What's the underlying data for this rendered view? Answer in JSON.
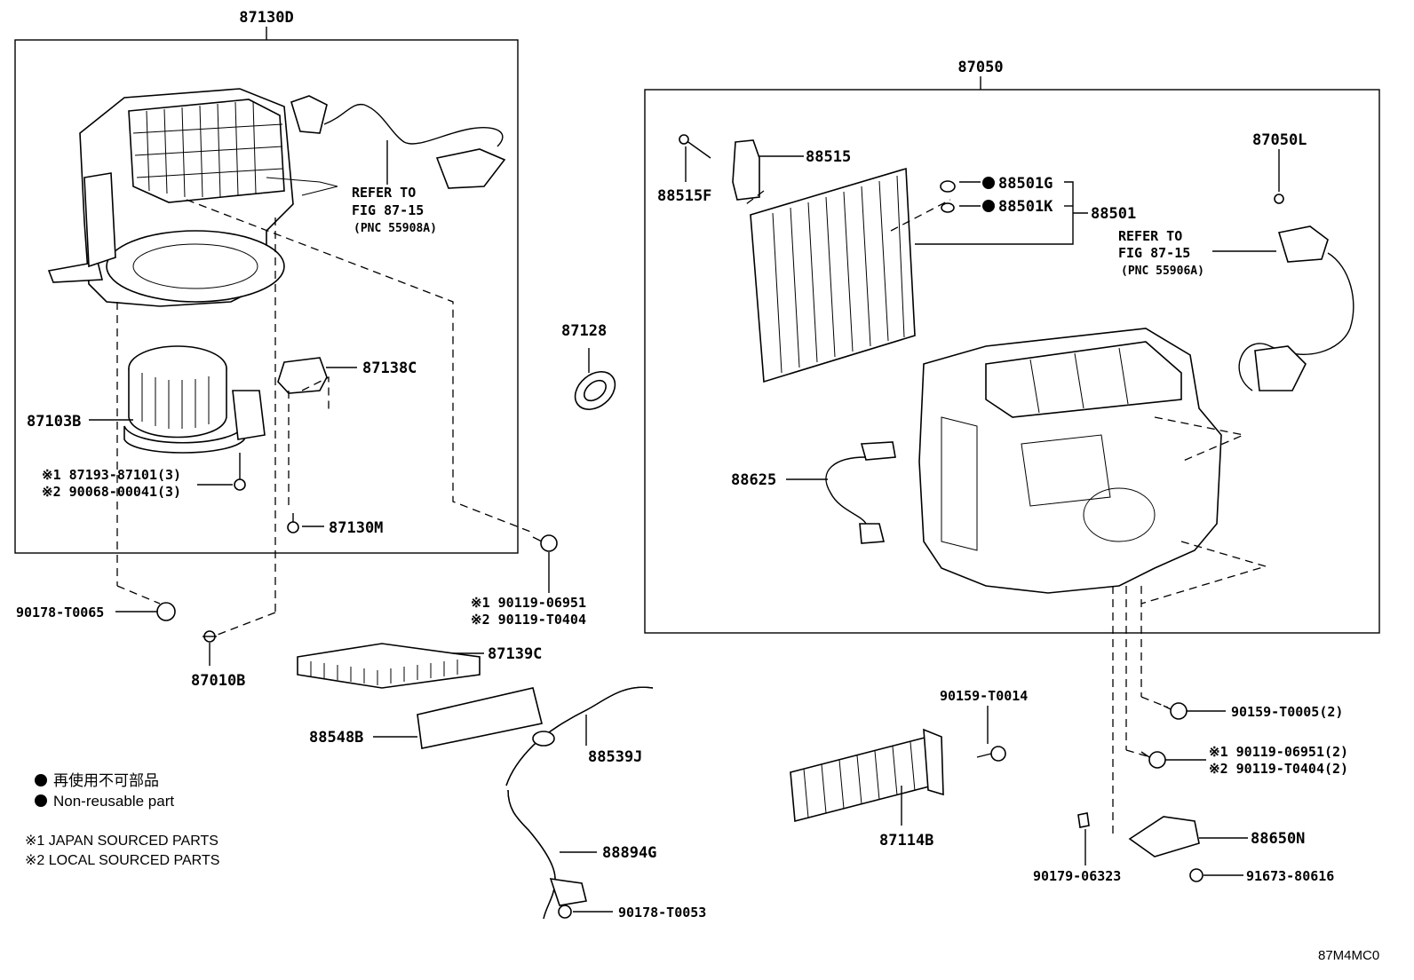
{
  "labels": {
    "p87130D": "87130D",
    "p87050": "87050",
    "p88515": "88515",
    "p88515F": "88515F",
    "p88501G": "88501G",
    "p88501K": "88501K",
    "p88501": "88501",
    "p87050L": "87050L",
    "p87128": "87128",
    "p87138C": "87138C",
    "p87103B": "87103B",
    "p87193": "※1 87193-87101(3)",
    "p90068": "※2 90068-00041(3)",
    "p87130M": "87130M",
    "p90119a1": "※1 90119-06951",
    "p90119a2": "※2 90119-T0404",
    "p90178T0065": "90178-T0065",
    "p87010B": "87010B",
    "p87139C": "87139C",
    "p88548B": "88548B",
    "p88539J": "88539J",
    "p88894G": "88894G",
    "p90178T0053": "90178-T0053",
    "p88625": "88625",
    "p90159T0014": "90159-T0014",
    "p90159T0005": "90159-T0005(2)",
    "p90119b1": "※1 90119-06951(2)",
    "p90119b2": "※2 90119-T0404(2)",
    "p87114B": "87114B",
    "p88650N": "88650N",
    "p90179": "90179-06323",
    "p91673": "91673-80616"
  },
  "refer_left": {
    "line1": "REFER TO",
    "line2": "FIG 87-15",
    "line3": "(PNC 55908A)"
  },
  "refer_right": {
    "line1": "REFER TO",
    "line2": "FIG 87-15",
    "line3": "(PNC 55906A)"
  },
  "legend": {
    "nonreusable_jp": "再使用不可部品",
    "nonreusable_en": "Non-reusable part",
    "japan_sourced": "※1 JAPAN SOURCED PARTS",
    "local_sourced": "※2 LOCAL SOURCED PARTS"
  },
  "diagram_code": "87M4MC0"
}
